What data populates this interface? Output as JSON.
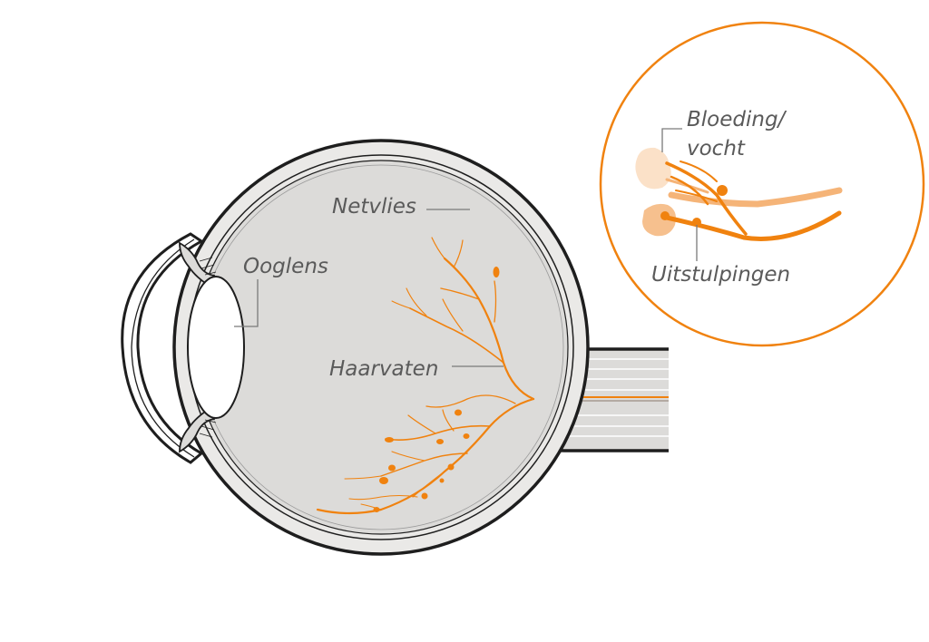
{
  "labels": {
    "netvlies": "Netvlies",
    "ooglens": "Ooglens",
    "haarvaten": "Haarvaten",
    "bloeding_line1": "Bloeding/",
    "bloeding_line2": "vocht",
    "uitstulpingen": "Uitstulpingen"
  },
  "colors": {
    "vessel": "#f0820f",
    "vessel_light": "#f5b478",
    "eye_fill": "#dcdbd9",
    "sclera": "#eae9e7",
    "outline": "#1e1e1e",
    "leader": "#7a7a7a",
    "label_text": "#5a5a5a",
    "fluid": "#fbe1c8",
    "inset_ring": "#f0820f"
  }
}
